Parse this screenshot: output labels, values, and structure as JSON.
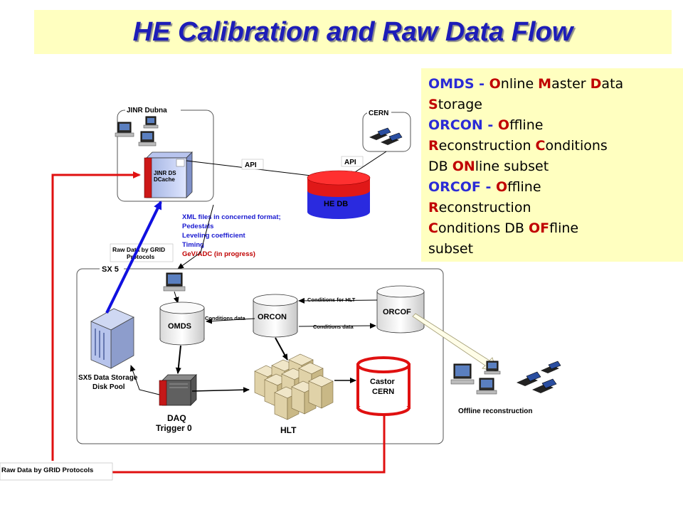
{
  "title": "HE Calibration and Raw Data Flow",
  "legend": {
    "omds": [
      {
        "t": "OMDS",
        "s": "blue"
      },
      {
        "t": " - ",
        "s": "blue"
      },
      {
        "t": "O",
        "s": "red"
      },
      {
        "t": "nline ",
        "s": ""
      },
      {
        "t": "M",
        "s": "red"
      },
      {
        "t": "aster ",
        "s": ""
      },
      {
        "t": "D",
        "s": "red"
      },
      {
        "t": "ata",
        "s": ""
      }
    ],
    "omds2": [
      {
        "t": "S",
        "s": "red"
      },
      {
        "t": "torage",
        "s": ""
      }
    ],
    "orcon": [
      {
        "t": "ORCON",
        "s": "blue"
      },
      {
        "t": " - ",
        "s": "blue"
      },
      {
        "t": "O",
        "s": "red"
      },
      {
        "t": "ffline",
        "s": ""
      }
    ],
    "orcon2": [
      {
        "t": "R",
        "s": "red"
      },
      {
        "t": "econstruction ",
        "s": ""
      },
      {
        "t": "C",
        "s": "red"
      },
      {
        "t": "onditions",
        "s": ""
      }
    ],
    "orcon3": [
      {
        "t": "DB ",
        "s": ""
      },
      {
        "t": "ON",
        "s": "red"
      },
      {
        "t": "line subset",
        "s": ""
      }
    ],
    "orcof": [
      {
        "t": "ORCOF",
        "s": "blue"
      },
      {
        "t": " - ",
        "s": "blue"
      },
      {
        "t": "O",
        "s": "red"
      },
      {
        "t": "ffline",
        "s": ""
      }
    ],
    "orcof2": [
      {
        "t": "R",
        "s": "red"
      },
      {
        "t": "econstruction",
        "s": ""
      }
    ],
    "orcof3": [
      {
        "t": "C",
        "s": "red"
      },
      {
        "t": "onditions DB ",
        "s": ""
      },
      {
        "t": "OF",
        "s": "red"
      },
      {
        "t": "fline",
        "s": ""
      }
    ],
    "orcof4": [
      {
        "t": "subset",
        "s": ""
      }
    ]
  },
  "labels": {
    "jinr": "JINR Dubna",
    "cern": "CERN",
    "jinr_ds_1": "JINR DS",
    "jinr_ds_2": "DCache",
    "api_left": "API",
    "api_right": "API",
    "he_db": "HE DB",
    "xml_1": "XML files in concerned format;",
    "xml_2": "Pedestals",
    "xml_3": "Leveling coefficient",
    "xml_4": "Timing",
    "xml_5": "GeV/ADC (in progress)",
    "raw_grid_1": "Raw Data by GRID",
    "raw_grid_2": "Protocols",
    "sx5": "SX 5",
    "omds": "OMDS",
    "orcon": "ORCON",
    "orcof": "ORCOF",
    "cond_hlt": "Conditions for HLT",
    "cond_data_1": "Conditions data",
    "cond_data_2": "Conditions data",
    "storage_1": "SX5 Data Storage",
    "storage_2": "Disk Pool",
    "daq_1": "DAQ",
    "daq_2": "Trigger 0",
    "hlt": "HLT",
    "castor_1": "Castor",
    "castor_2": "CERN",
    "offline": "Offline reconstruction",
    "raw_bottom": "Raw Data by GRID Protocols"
  },
  "colors": {
    "title": "#1d1db8",
    "legend_bg": "#ffffc0",
    "red_flow": "#e01010",
    "blue_flow": "#1010e0",
    "xml_text": "#1a1ad0",
    "progress_text": "#c00000"
  }
}
